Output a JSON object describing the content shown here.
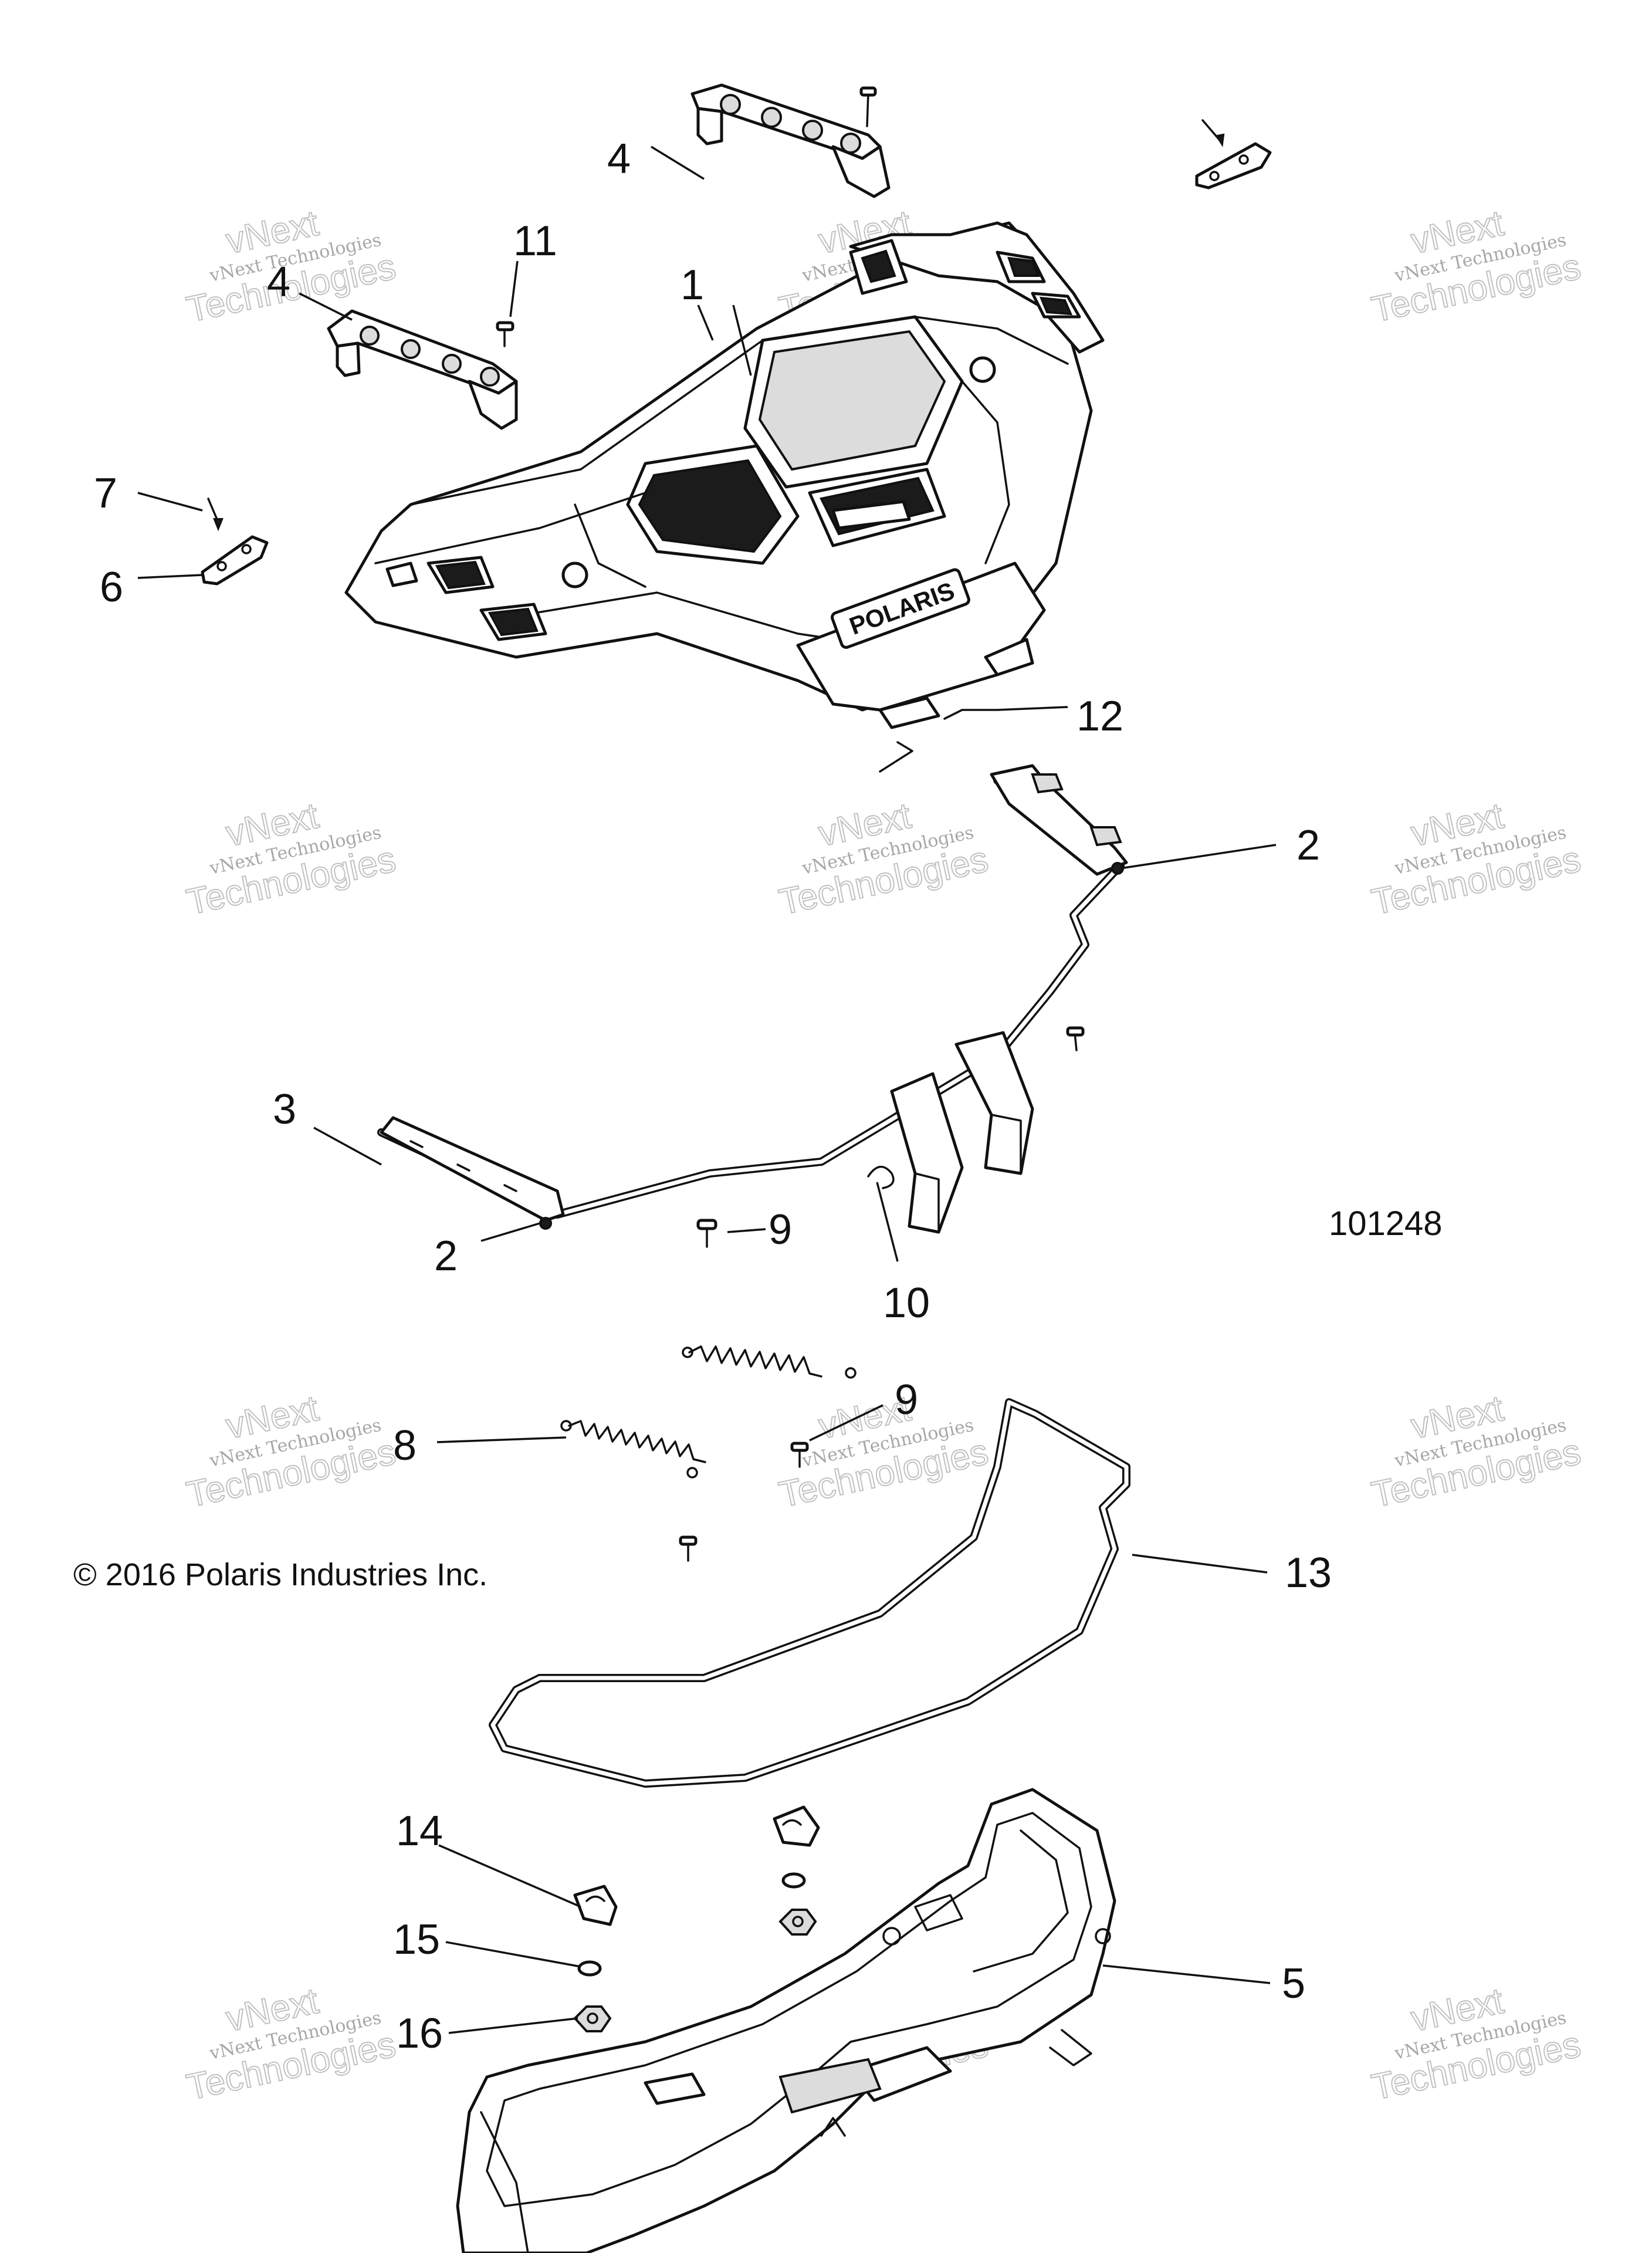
{
  "callouts": [
    "1",
    "2",
    "2",
    "3",
    "4",
    "4",
    "5",
    "6",
    "7",
    "8",
    "9",
    "9",
    "10",
    "11",
    "12",
    "13",
    "14",
    "15",
    "16"
  ],
  "figure_number": "101248",
  "copyright": "© 2016 Polaris Industries Inc.",
  "brand_mark": "POLARIS",
  "watermark": {
    "line1": "vNext Technologies",
    "line2": "vNext",
    "line3": "Technologies"
  }
}
